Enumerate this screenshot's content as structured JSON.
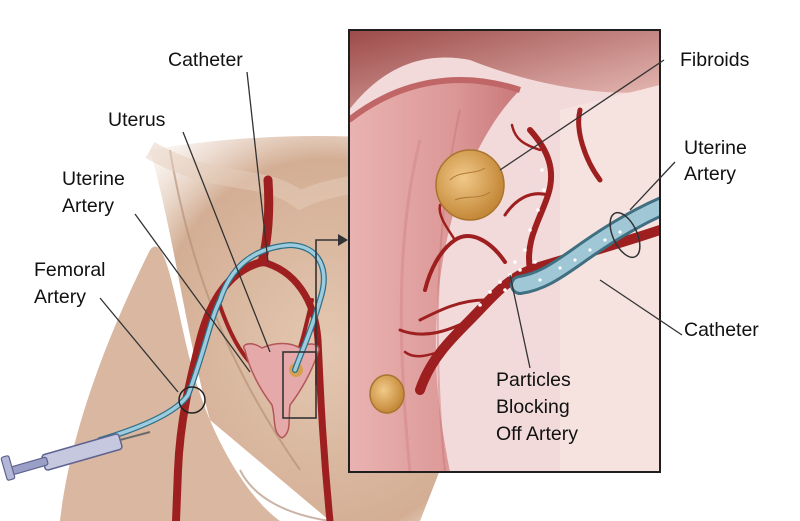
{
  "labels": {
    "catheter_top": "Catheter",
    "uterus": "Uterus",
    "uterine_artery_left_1": "Uterine",
    "uterine_artery_left_2": "Artery",
    "femoral_artery_1": "Femoral",
    "femoral_artery_2": "Artery",
    "fibroids": "Fibroids",
    "uterine_artery_right_1": "Uterine",
    "uterine_artery_right_2": "Artery",
    "catheter_right": "Catheter",
    "particles_1": "Particles",
    "particles_2": "Blocking",
    "particles_3": "Off Artery"
  },
  "colors": {
    "skin": "#d8b79e",
    "skin_shadow": "#b9937a",
    "artery": "#9e1f1f",
    "tissue": "#e3a3a2",
    "tissue_dark": "#b35658",
    "fibroid": "#d6a052",
    "catheter": "#8fbfd4",
    "leader_line": "#333333"
  }
}
